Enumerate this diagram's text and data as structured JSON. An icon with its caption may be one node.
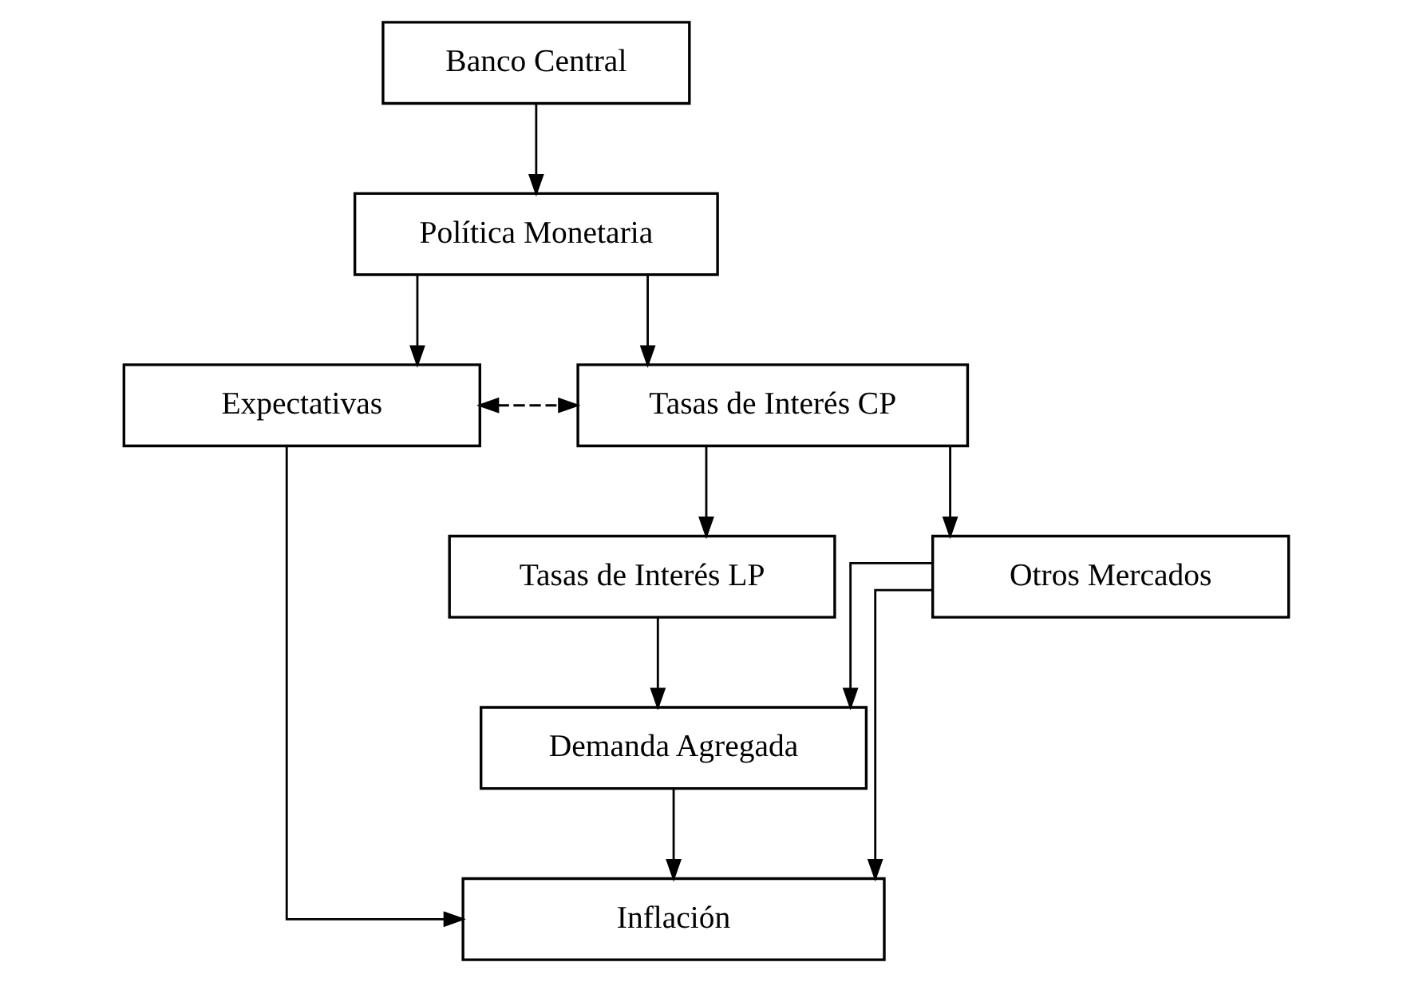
{
  "diagram": {
    "nodes": [
      {
        "text": [
          "Banco Central"
        ]
      },
      {
        "text": [
          "Política Monetaria"
        ]
      },
      {
        "text": [
          "Expectativas"
        ]
      },
      {
        "text": [
          "Tasas de Interés CP"
        ]
      },
      {
        "text": [
          "Tasas de Interés LP"
        ]
      },
      {
        "text": [
          "Otros Mercados"
        ]
      },
      {
        "text": [
          "Demanda Agregada"
        ]
      },
      {
        "text": [
          "Inflación"
        ]
      }
    ],
    "edges": [
      {
        "from": 0,
        "to": 1,
        "arrow": "to"
      },
      {
        "from": 1,
        "to": 2,
        "arrow": "to"
      },
      {
        "from": 1,
        "to": 3,
        "arrow": "to"
      },
      {
        "from": 2,
        "to": 3,
        "arrow": "both",
        "style": "dashed"
      },
      {
        "from": 3,
        "to": 4,
        "arrow": "to"
      },
      {
        "from": 3,
        "to": 5,
        "arrow": "to"
      },
      {
        "from": 4,
        "to": 6,
        "arrow": "to"
      },
      {
        "from": 5,
        "to": 6,
        "arrow": "to"
      },
      {
        "from": 6,
        "to": 7,
        "arrow": "to"
      },
      {
        "from": 2,
        "to": 7,
        "arrow": "to"
      },
      {
        "from": 5,
        "to": 7,
        "arrow": "to"
      }
    ]
  }
}
